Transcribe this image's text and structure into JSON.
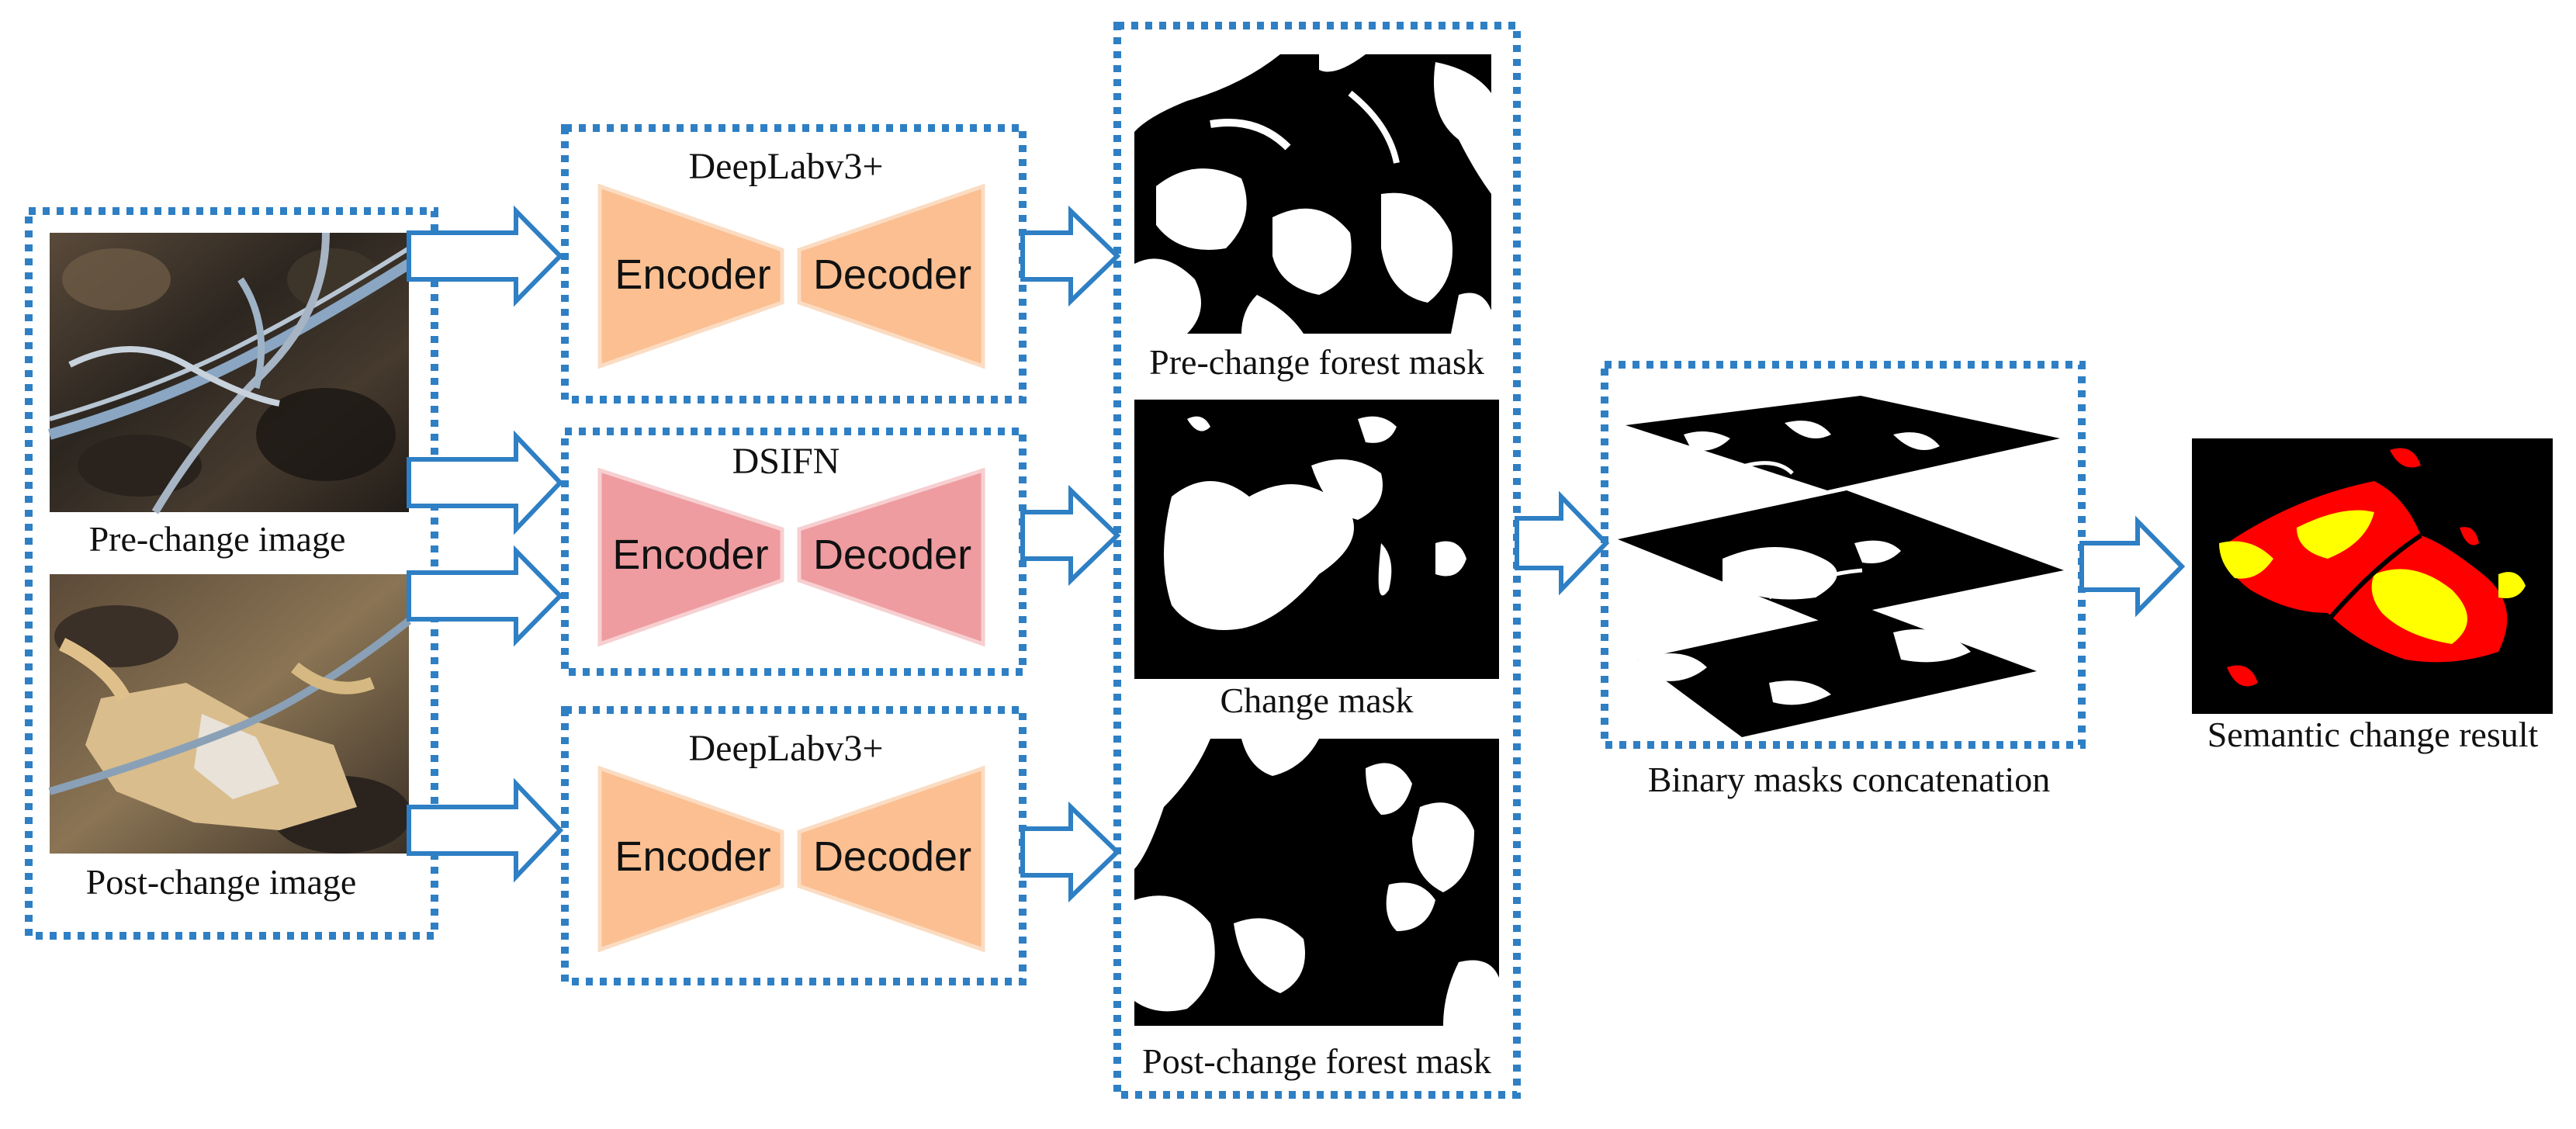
{
  "figure": {
    "inputs": {
      "pre_caption": "Pre-change image",
      "post_caption": "Post-change image"
    },
    "models": [
      {
        "title": "DeepLabv3+",
        "encoder": "Encoder",
        "decoder": "Decoder",
        "color": "#fbbf92"
      },
      {
        "title": "DSIFN",
        "encoder": "Encoder",
        "decoder": "Decoder",
        "color": "#ee9ca0"
      },
      {
        "title": "DeepLabv3+",
        "encoder": "Encoder",
        "decoder": "Decoder",
        "color": "#fbbf92"
      }
    ],
    "masks": {
      "pre_caption": "Pre-change forest mask",
      "change_caption": "Change mask",
      "post_caption": "Post-change forest mask"
    },
    "concat_caption": "Binary masks concatenation",
    "result_caption": "Semantic change result",
    "colors": {
      "dotted_border": "#2e7fc4",
      "arrow_stroke": "#2e7fc4",
      "result_red": "#ff0000",
      "result_yellow": "#ffff00"
    }
  }
}
